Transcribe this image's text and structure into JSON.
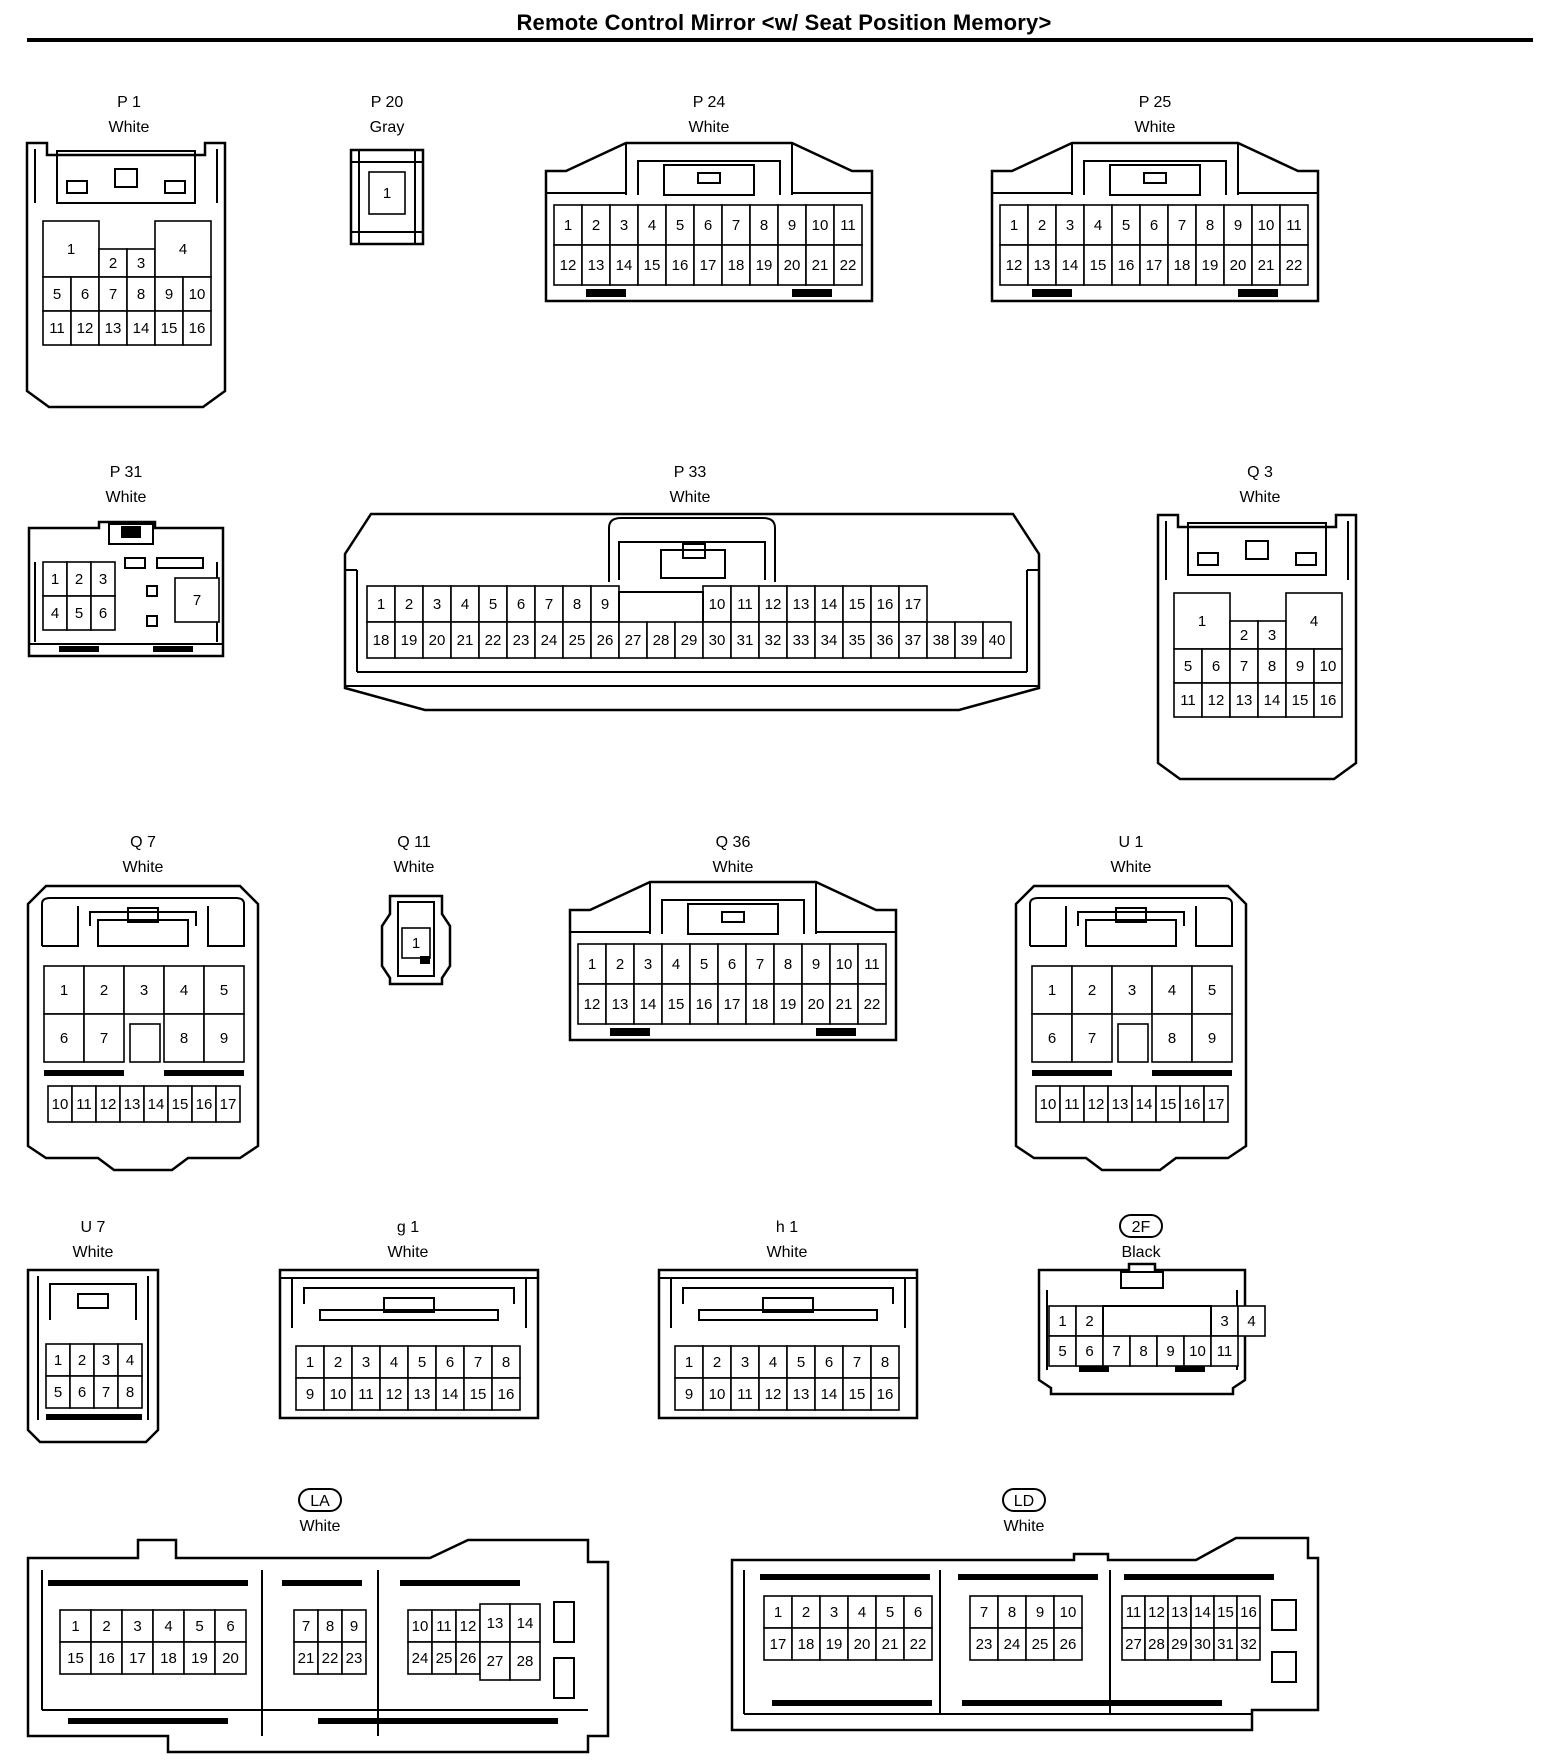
{
  "title": "Remote Control Mirror <w/ Seat Position Memory>",
  "connectors": [
    {
      "code": "P 1",
      "color": "White"
    },
    {
      "code": "P 20",
      "color": "Gray"
    },
    {
      "code": "P 24",
      "color": "White"
    },
    {
      "code": "P 25",
      "color": "White"
    },
    {
      "code": "P 31",
      "color": "White"
    },
    {
      "code": "P 33",
      "color": "White"
    },
    {
      "code": "Q 3",
      "color": "White"
    },
    {
      "code": "Q 7",
      "color": "White"
    },
    {
      "code": "Q 11",
      "color": "White"
    },
    {
      "code": "Q 36",
      "color": "White"
    },
    {
      "code": "U 1",
      "color": "White"
    },
    {
      "code": "U 7",
      "color": "White"
    },
    {
      "code": "g 1",
      "color": "White"
    },
    {
      "code": "h 1",
      "color": "White"
    },
    {
      "code": "2F",
      "color": "Black",
      "badge": true
    },
    {
      "code": "LA",
      "color": "White",
      "badge": true
    },
    {
      "code": "LD",
      "color": "White",
      "badge": true
    }
  ]
}
